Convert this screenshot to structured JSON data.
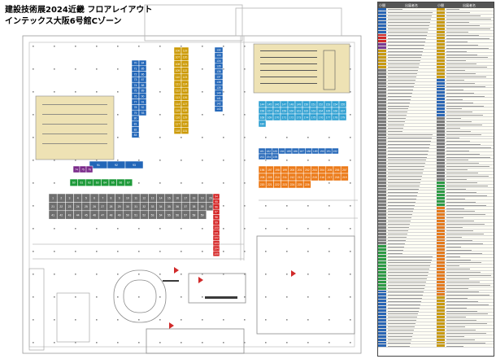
{
  "title": {
    "line1": "建設技術展2024近畿 フロアレイアウト",
    "line2": "インテックス大阪6号館Cゾーン"
  },
  "colors": {
    "blue": "#2266b8",
    "teal": "#2fa0d2",
    "yellow": "#cc9a06",
    "orange": "#ec7a18",
    "red": "#d42222",
    "purple": "#7a2a8a",
    "green": "#1e9a3a",
    "gray": "#6e6e6e",
    "hall": "#eee2b4",
    "legend_blue": "#2a66b4",
    "legend_yellow": "#c89a12",
    "legend_gray": "#7a7a7a",
    "legend_green": "#2d9a45",
    "legend_orange": "#e47a1d",
    "legend_red": "#d12a2a",
    "legend_purple": "#7a3a92"
  },
  "booths": {
    "blue_upper_left": [
      "70",
      "71",
      "72",
      "73",
      "74",
      "75",
      "76",
      "77",
      "78",
      "79",
      "80",
      "81",
      "82",
      "83",
      "84",
      "85",
      "86",
      "87",
      "88",
      "89",
      "90",
      "91",
      "92",
      "93"
    ],
    "yellow_upper": [
      "106",
      "107",
      "108",
      "109",
      "110",
      "111",
      "112",
      "113",
      "114",
      "115",
      "116",
      "117",
      "118",
      "119",
      "120",
      "121",
      "122",
      "123",
      "124",
      "125",
      "126",
      "127",
      "128",
      "129",
      "130",
      "131"
    ],
    "blue_right": [
      "132",
      "133",
      "134",
      "135",
      "136",
      "137",
      "138",
      "139",
      "140",
      "141",
      "142",
      "143"
    ],
    "teal": [
      "144",
      "145",
      "146",
      "147",
      "148",
      "149",
      "150",
      "151",
      "152",
      "153",
      "154",
      "155",
      "156",
      "157",
      "158",
      "159",
      "160",
      "161",
      "162",
      "163",
      "164",
      "165",
      "166",
      "167",
      "168",
      "169",
      "170",
      "171",
      "172",
      "173",
      "174",
      "175",
      "176",
      "177",
      "178",
      "179",
      "180"
    ],
    "blue_mid": [
      "181",
      "182",
      "183",
      "184",
      "185",
      "186",
      "187",
      "188",
      "189",
      "190",
      "191",
      "192",
      "193",
      "194",
      "195"
    ],
    "orange": [
      "196",
      "197",
      "198",
      "199",
      "200",
      "201",
      "202",
      "203",
      "204",
      "205",
      "206",
      "207",
      "208",
      "209",
      "210",
      "211",
      "212",
      "213",
      "214",
      "215",
      "216",
      "217",
      "218",
      "219",
      "220",
      "221",
      "222",
      "223",
      "224",
      "225",
      "226"
    ],
    "purple": [
      "74",
      "75",
      "76"
    ],
    "green": [
      "60",
      "61",
      "62",
      "63",
      "64",
      "65",
      "66",
      "67"
    ],
    "gray_rows": [
      "1",
      "2",
      "3",
      "4",
      "5",
      "6",
      "7",
      "8",
      "9",
      "10",
      "11",
      "12",
      "13",
      "14",
      "15",
      "16",
      "17",
      "18",
      "19",
      "20",
      "21",
      "22",
      "23",
      "24",
      "25",
      "26",
      "27",
      "28",
      "29",
      "30",
      "31",
      "32",
      "33",
      "34",
      "35",
      "36",
      "37",
      "38",
      "39",
      "40",
      "41",
      "42",
      "43",
      "44",
      "45",
      "46",
      "47",
      "48",
      "49",
      "50",
      "51",
      "52",
      "53",
      "54",
      "55",
      "56",
      "57",
      "58",
      "59"
    ],
    "red": [
      "94",
      "95",
      "96",
      "97",
      "98",
      "99",
      "100",
      "101",
      "102",
      "103",
      "104",
      "105"
    ]
  },
  "legend": {
    "col1_header": "小間番号",
    "col2_header": "出展者名",
    "col3_header": "小間番号",
    "col4_header": "出展者名"
  }
}
